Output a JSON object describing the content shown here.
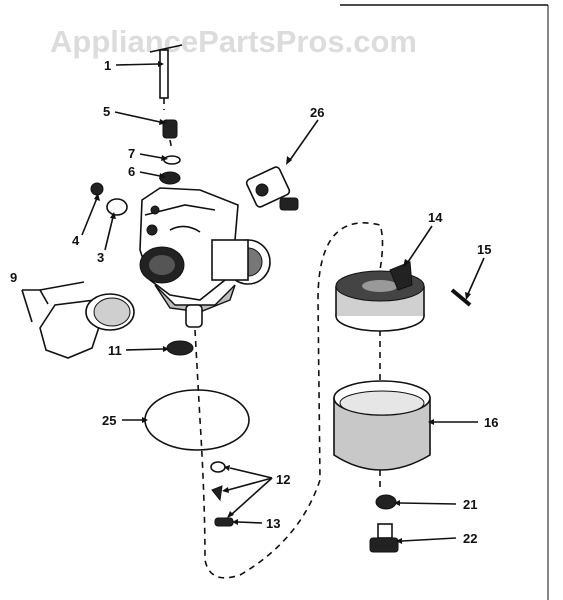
{
  "watermark": "AppliancePartsPros.com",
  "callouts": [
    {
      "label": "1"
    },
    {
      "label": "5"
    },
    {
      "label": "26"
    },
    {
      "label": "7"
    },
    {
      "label": "6"
    },
    {
      "label": "4"
    },
    {
      "label": "3"
    },
    {
      "label": "9"
    },
    {
      "label": "14"
    },
    {
      "label": "15"
    },
    {
      "label": "11"
    },
    {
      "label": "25"
    },
    {
      "label": "16"
    },
    {
      "label": "12"
    },
    {
      "label": "21"
    },
    {
      "label": "13"
    },
    {
      "label": "22"
    }
  ]
}
